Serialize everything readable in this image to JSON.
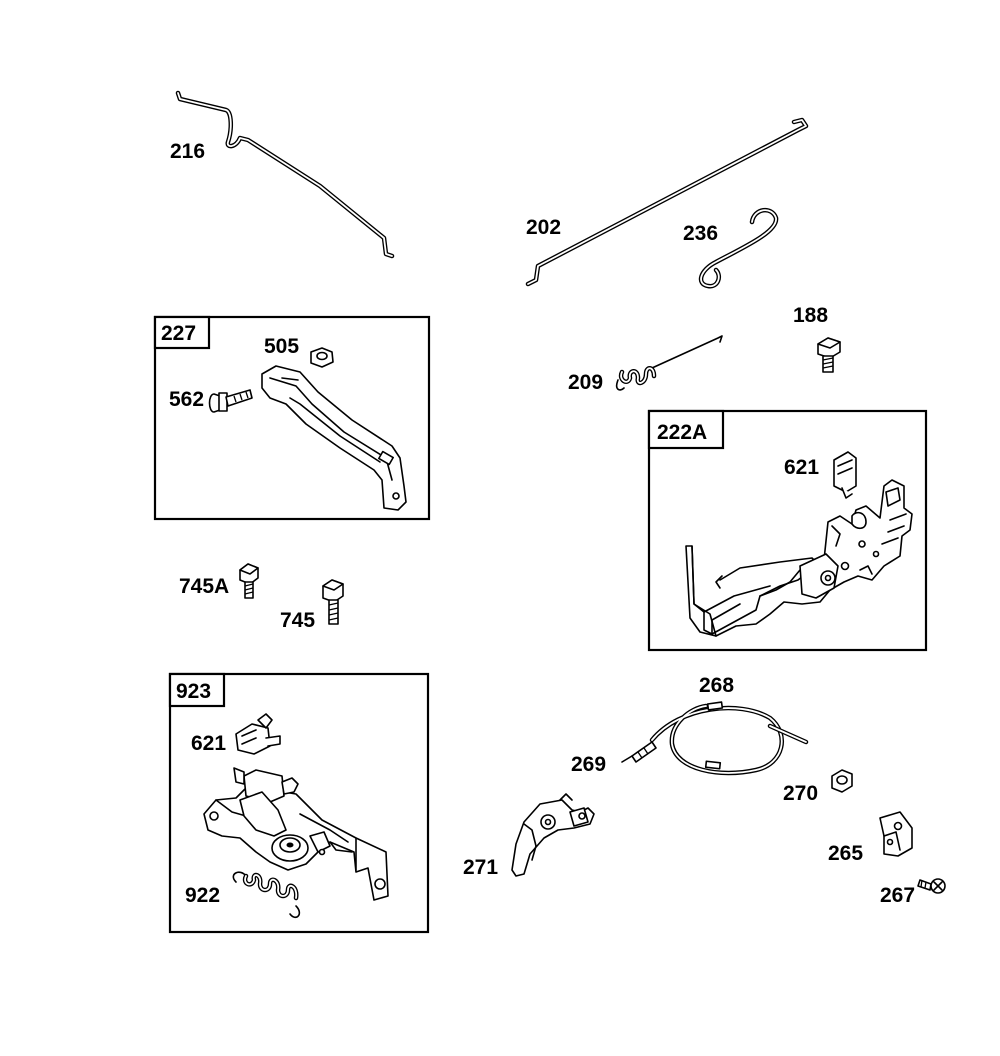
{
  "labels": {
    "p216": "216",
    "p202": "202",
    "p236": "236",
    "p227": "227",
    "p505": "505",
    "p562": "562",
    "p188": "188",
    "p209": "209",
    "p222a": "222A",
    "p621a": "621",
    "p745a": "745A",
    "p745": "745",
    "p923": "923",
    "p621b": "621",
    "p922": "922",
    "p268": "268",
    "p269": "269",
    "p270": "270",
    "p265": "265",
    "p271": "271",
    "p267": "267"
  }
}
